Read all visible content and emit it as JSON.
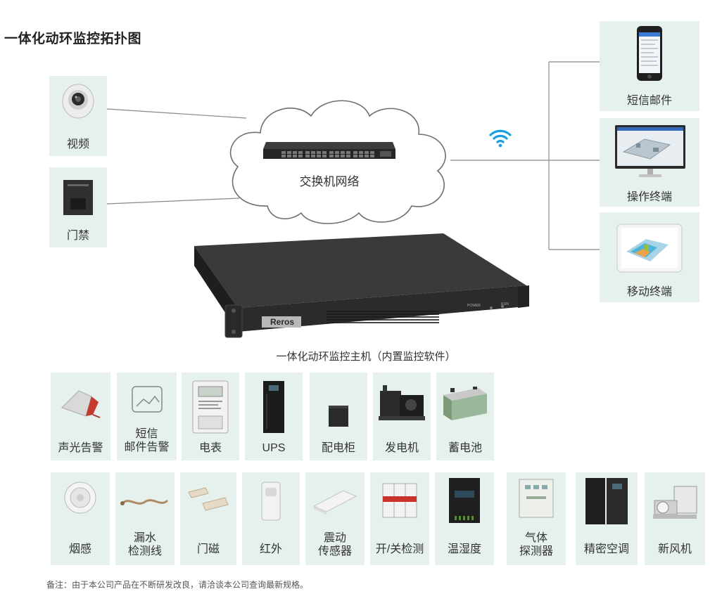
{
  "title": "一体化动环监控拓扑图",
  "network": {
    "label": "交换机网络"
  },
  "host": {
    "brand": "Reros",
    "power_label": "POWER",
    "run_label": "RUN",
    "caption": "一体化动环监控主机（内置监控软件）"
  },
  "inputs": [
    {
      "id": "video",
      "label": "视频",
      "icon": "camera-icon"
    },
    {
      "id": "access",
      "label": "门禁",
      "icon": "access-control-icon"
    }
  ],
  "outputs": [
    {
      "id": "sms",
      "label": "短信邮件",
      "icon": "phone-icon"
    },
    {
      "id": "terminal",
      "label": "操作终端",
      "icon": "monitor-icon"
    },
    {
      "id": "mobile",
      "label": "移动终端",
      "icon": "tablet-icon"
    }
  ],
  "devices_row1": [
    {
      "label": "声光告警",
      "icon": "alarm-light-icon"
    },
    {
      "label": "短信\n邮件告警",
      "icon": "image-placeholder-icon"
    },
    {
      "label": "电表",
      "icon": "electric-meter-icon"
    },
    {
      "label": "UPS",
      "icon": "ups-icon"
    },
    {
      "label": "配电柜",
      "icon": "distribution-cabinet-icon"
    },
    {
      "label": "发电机",
      "icon": "generator-icon"
    },
    {
      "label": "蓄电池",
      "icon": "battery-icon"
    }
  ],
  "devices_row2": [
    {
      "label": "烟感",
      "icon": "smoke-detector-icon"
    },
    {
      "label": "漏水\n检测线",
      "icon": "leak-cable-icon"
    },
    {
      "label": "门磁",
      "icon": "door-magnet-icon"
    },
    {
      "label": "红外",
      "icon": "infrared-sensor-icon"
    },
    {
      "label": "震动\n传感器",
      "icon": "vibration-sensor-icon"
    },
    {
      "label": "开/关检测",
      "icon": "breaker-icon"
    },
    {
      "label": "温湿度",
      "icon": "thermo-hygrometer-icon"
    },
    {
      "label": "气体\n探测器",
      "icon": "gas-detector-icon"
    },
    {
      "label": "精密空调",
      "icon": "precision-ac-icon"
    },
    {
      "label": "新风机",
      "icon": "fresh-air-icon"
    }
  ],
  "footnote": "备注：由于本公司产品在不断研发改良，请洽谈本公司查询最新规格。"
}
